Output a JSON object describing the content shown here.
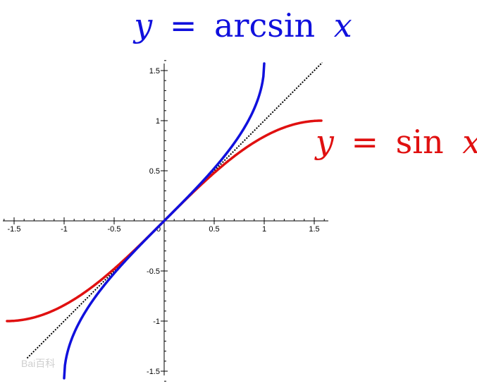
{
  "chart_data": {
    "type": "line",
    "title_top": {
      "y": "y",
      "eq": "=",
      "fn": "arcsin",
      "x": "x"
    },
    "label_right": {
      "y": "y",
      "eq": "=",
      "fn": "sin",
      "x": "x"
    },
    "xlim": [
      -1.5708,
      1.5708
    ],
    "ylim": [
      -1.5708,
      1.5708
    ],
    "x_ticks": [
      "-1.5",
      "-1",
      "-0.5",
      "0",
      "0.5",
      "1",
      "1.5"
    ],
    "y_ticks": [
      "1.5",
      "1",
      "0.5",
      "-0.5",
      "-1",
      "-1.5"
    ],
    "grid": false,
    "series": [
      {
        "function": "arcsin",
        "domain": [
          -1,
          1
        ],
        "color": "#1010dd",
        "style": "solid"
      },
      {
        "function": "sin",
        "domain": [
          -1.5708,
          1.5708
        ],
        "color": "#e01010",
        "style": "solid"
      },
      {
        "function": "identity",
        "domain": [
          -1.37,
          1.58
        ],
        "color": "#000000",
        "style": "dotted"
      }
    ]
  },
  "colors": {
    "arcsin": "#1010dd",
    "sin": "#e01010",
    "axis": "#000000"
  },
  "watermark": "Bai百科"
}
